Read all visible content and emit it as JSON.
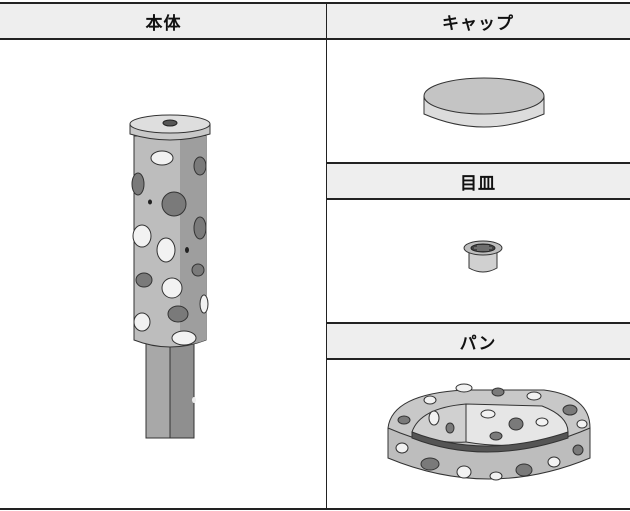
{
  "headers": {
    "body": "本体",
    "cap": "キャップ",
    "strainer": "目皿",
    "pan": "パン"
  },
  "colors": {
    "header_bg": "#eeeeee",
    "line": "#222222",
    "stone_dark": "#7a7a7a",
    "stone_light": "#f2f2f2",
    "body_gray": "#b8b8b8"
  }
}
